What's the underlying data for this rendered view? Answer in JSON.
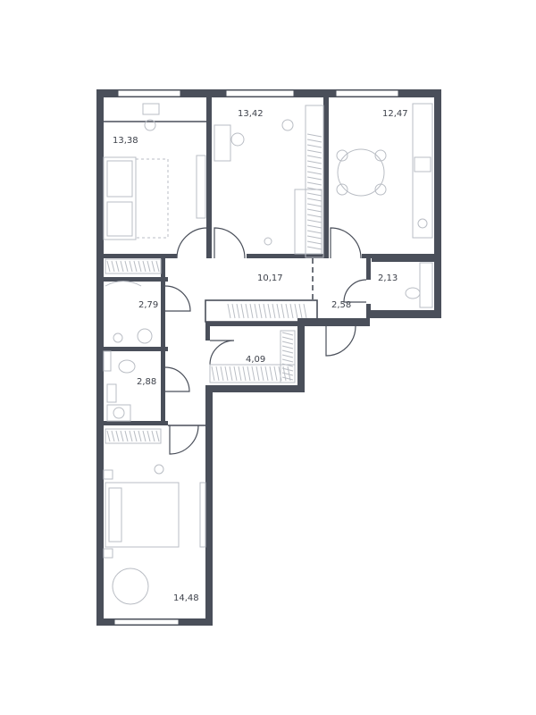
{
  "rooms": [
    {
      "id": "living-room-top-left",
      "area": "13,38"
    },
    {
      "id": "bedroom-top-middle",
      "area": "13,42"
    },
    {
      "id": "kitchen-top-right",
      "area": "12,47"
    },
    {
      "id": "hallway",
      "area": "10,17"
    },
    {
      "id": "toilet",
      "area": "2,13"
    },
    {
      "id": "bathroom-upper",
      "area": "2,79"
    },
    {
      "id": "vestibule",
      "area": "2,58"
    },
    {
      "id": "closet",
      "area": "4,09"
    },
    {
      "id": "bathroom-lower",
      "area": "2,88"
    },
    {
      "id": "bedroom-bottom",
      "area": "14,48"
    }
  ],
  "colors": {
    "wall": "#4a4f5a",
    "furniture": "#b9bdc4",
    "background": "#ffffff"
  }
}
